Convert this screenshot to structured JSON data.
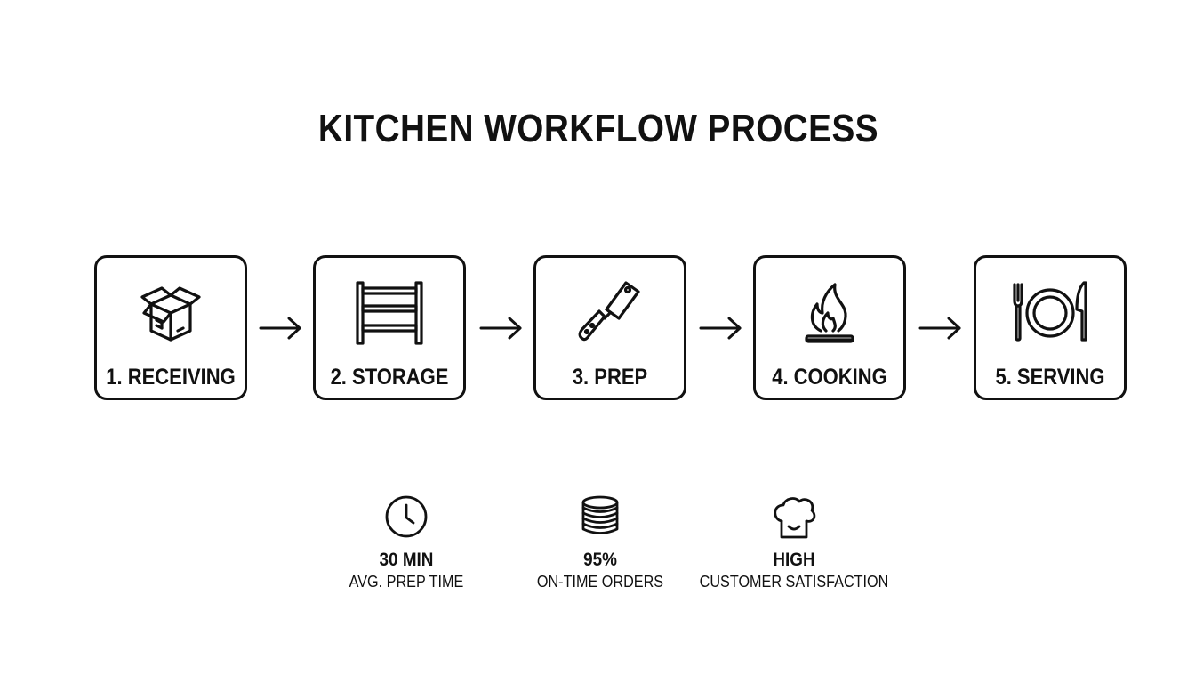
{
  "title": "KITCHEN WORKFLOW PROCESS",
  "steps": [
    {
      "label": "1. RECEIVING",
      "icon": "box-icon"
    },
    {
      "label": "2. STORAGE",
      "icon": "shelving-icon"
    },
    {
      "label": "3. PREP",
      "icon": "cleaver-knife-icon"
    },
    {
      "label": "4. COOKING",
      "icon": "flame-burner-icon"
    },
    {
      "label": "5. SERVING",
      "icon": "plate-fork-knife-icon"
    }
  ],
  "metrics": [
    {
      "value": "30 MIN",
      "caption": "AVG. PREP TIME",
      "icon": "clock-icon"
    },
    {
      "value": "95%",
      "caption": "ON-TIME ORDERS",
      "icon": "stacked-plates-icon"
    },
    {
      "value": "HIGH",
      "caption": "CUSTOMER SATISFACTION",
      "icon": "chef-hat-icon"
    }
  ],
  "colors": {
    "stroke": "#111111",
    "background": "#ffffff"
  }
}
